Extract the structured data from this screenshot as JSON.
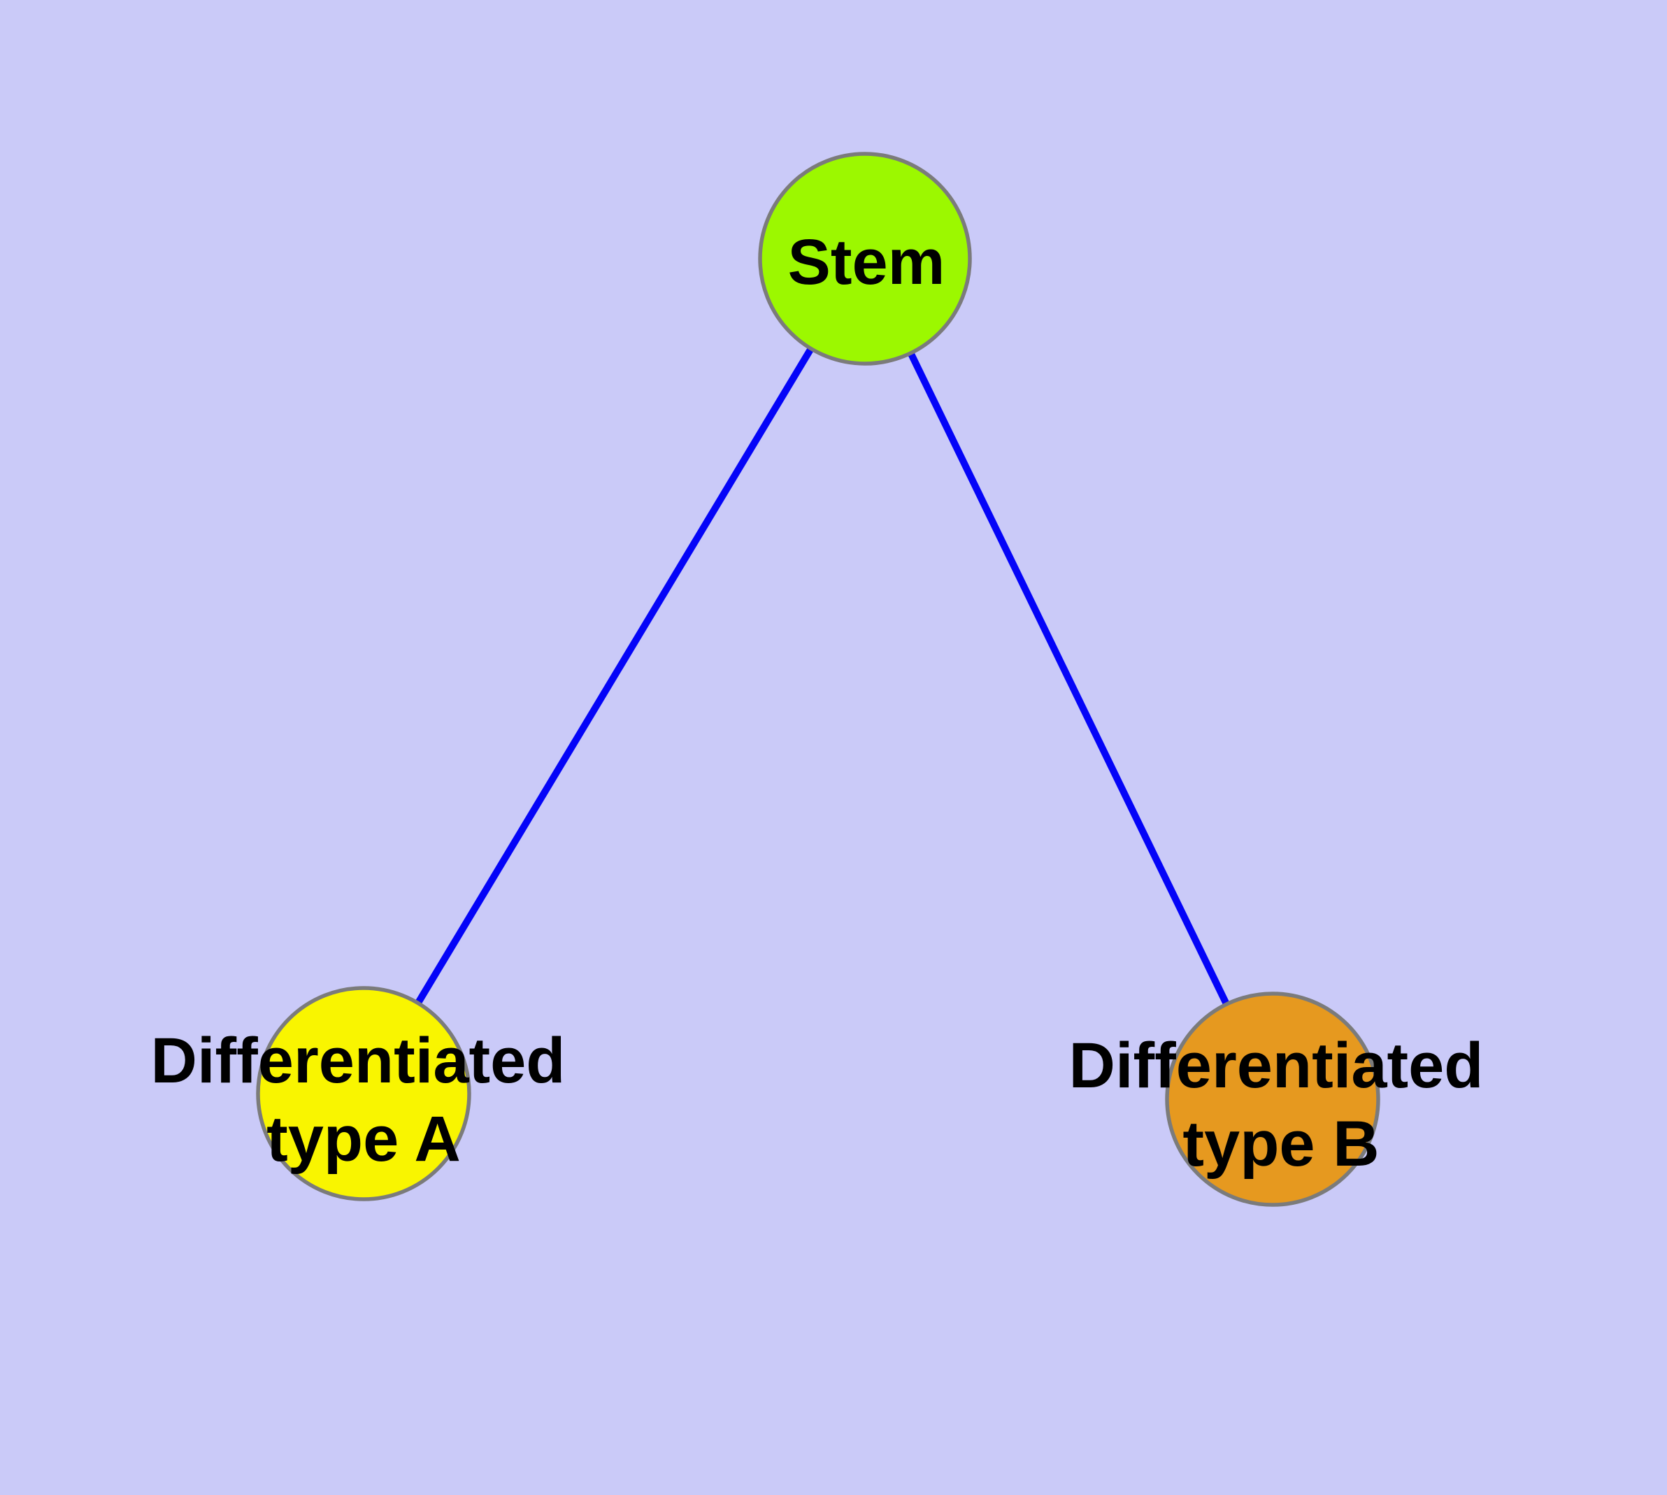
{
  "canvas": {
    "background": "#CACAF8"
  },
  "nodes": {
    "stem": {
      "label": "Stem",
      "color": "#9CF800",
      "border_color": "#7B7B7B",
      "text_color": "#000000"
    },
    "node_a": {
      "label_line1": "Differentiated",
      "label_line2": "type A",
      "color": "#F9F500",
      "border_color": "#7B7B7B",
      "text_color": "#000000"
    },
    "node_b": {
      "label_line1": "Differentiated",
      "label_line2": "type B",
      "color": "#E6991F",
      "border_color": "#7B7B7B",
      "text_color": "#000000"
    }
  },
  "edges": {
    "color": "#0404F8",
    "items": [
      {
        "from": "Stem",
        "to": "Differentiated type A"
      },
      {
        "from": "Stem",
        "to": "Differentiated type B"
      }
    ]
  }
}
